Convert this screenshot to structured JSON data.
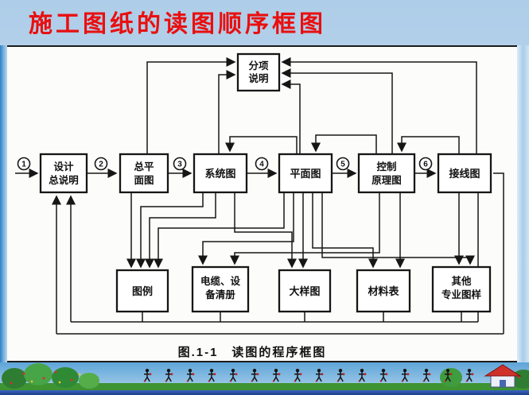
{
  "slide": {
    "title": "施工图纸的读图顺序框图",
    "caption": "图.1-1　读图的程序框图"
  },
  "colors": {
    "title": "#e90f0f",
    "diagram_line": "#161616",
    "panel_bg": "#fcfcfa",
    "sky": "#aecde8",
    "grass": "#3e9431",
    "house_roof": "#d0302a"
  },
  "diagram": {
    "seq": [
      "1",
      "2",
      "3",
      "4",
      "5",
      "6"
    ],
    "top_box": {
      "l1": "分项",
      "l2": "说明"
    },
    "main": [
      {
        "l1": "设计",
        "l2": "总说明"
      },
      {
        "l1": "总平",
        "l2": "面图"
      },
      {
        "l1": "系统图"
      },
      {
        "l1": "平面图"
      },
      {
        "l1": "控制",
        "l2": "原理图"
      },
      {
        "l1": "接线图"
      }
    ],
    "bottom": [
      {
        "l1": "图例"
      },
      {
        "l1": "电缆、设",
        "l2": "备清册"
      },
      {
        "l1": "大样图"
      },
      {
        "l1": "材料表"
      },
      {
        "l1": "其他",
        "l2": "专业图样"
      }
    ]
  },
  "footer": {
    "home_icon": "home-icon"
  }
}
